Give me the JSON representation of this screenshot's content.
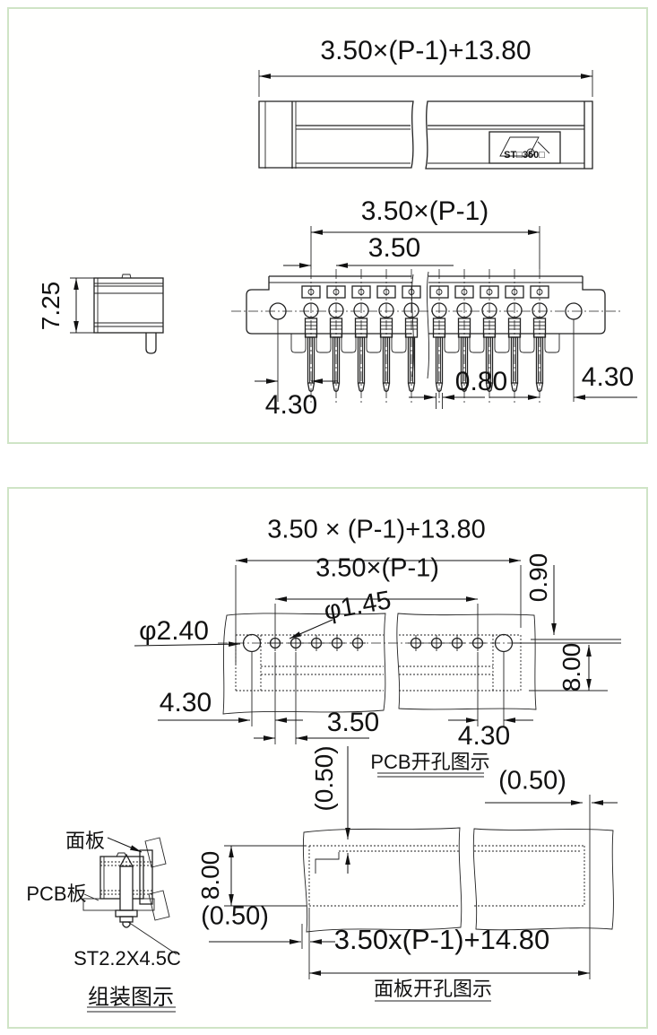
{
  "p1": {
    "top": {
      "dim_total": "3.50×(P-1)+13.80",
      "logo": "ST□350□"
    },
    "front": {
      "pitch_total": "3.50×(P-1)",
      "pitch": "3.50",
      "margin_left": "4.30",
      "pin_w": "0.80",
      "margin_right": "4.30"
    },
    "side": {
      "height": "7.25"
    }
  },
  "p2": {
    "pcb": {
      "total": "3.50 × (P-1)+13.80",
      "pitch_total": "3.50×(P-1)",
      "edge": "0.90",
      "hole_small": "φ1.45",
      "hole_big": "φ2.40",
      "margin_left": "4.30",
      "pitch": "3.50",
      "margin_right": "4.30",
      "height": "8.00",
      "clear_v": "(0.50)",
      "clear_r": "(0.50)",
      "caption": "PCB开孔图示"
    },
    "panel": {
      "height": "8.00",
      "clear_l": "(0.50)",
      "total": "3.50x(P-1)+14.80",
      "caption": "面板开孔图示"
    },
    "asm": {
      "panel_label": "面板",
      "pcb_label": "PCB板",
      "screw": "ST2.2X4.5C",
      "caption": "组装图示"
    }
  },
  "colors": {
    "panel_border": "#cfe4c6",
    "line": "#222222"
  }
}
